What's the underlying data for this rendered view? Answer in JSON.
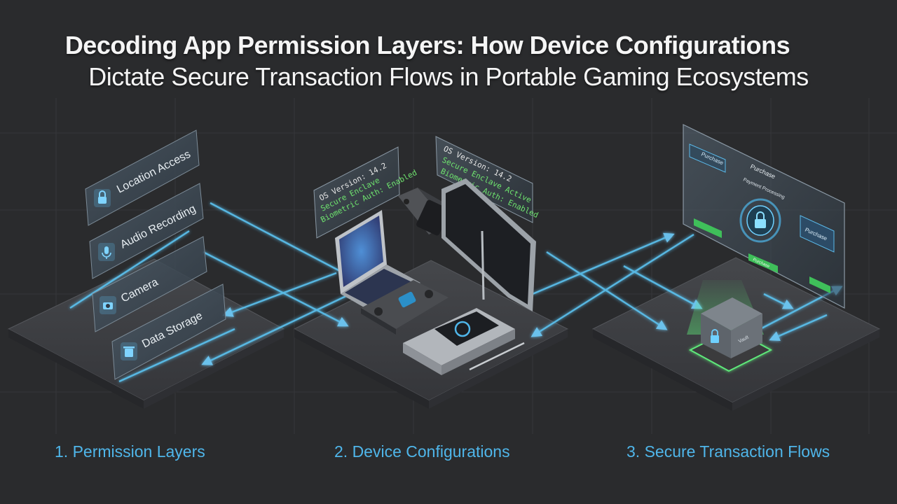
{
  "title": {
    "line1": "Decoding App Permission Layers: How Device Configurations",
    "line2": "Dictate Secure Transaction Flows in Portable Gaming Ecosystems"
  },
  "permission_layers": {
    "caption": "1. Permission Layers",
    "items": [
      {
        "label": "Location Access",
        "icon": "lock-icon"
      },
      {
        "label": "Audio Recording",
        "icon": "microphone-icon"
      },
      {
        "label": "Camera",
        "icon": "camera-icon"
      },
      {
        "label": "Data Storage",
        "icon": "trash-icon"
      }
    ]
  },
  "device_configurations": {
    "caption": "2. Device Configurations",
    "panel_left": {
      "line1": "OS Version: 14.2",
      "line2": "Secure Enclave",
      "line3": "Biometric Auth: Enabled"
    },
    "panel_right": {
      "line1": "OS Version: 14.2",
      "line2": "Secure Enclave Active",
      "line3": "Biometric Auth: Enabled"
    }
  },
  "secure_transactions": {
    "caption": "3. Secure Transaction Flows",
    "screen": {
      "purchase_tab": "Purchase",
      "header": "Purchase",
      "processing_label": "Payment Processing",
      "purchase_button": "Purchase",
      "side_button": "Purchase"
    },
    "vault_label": "Vault"
  },
  "colors": {
    "background": "#2a2b2d",
    "accent_blue": "#4fb6ea",
    "glow_green": "#5ee87a",
    "platform": "#3a3b3e"
  }
}
